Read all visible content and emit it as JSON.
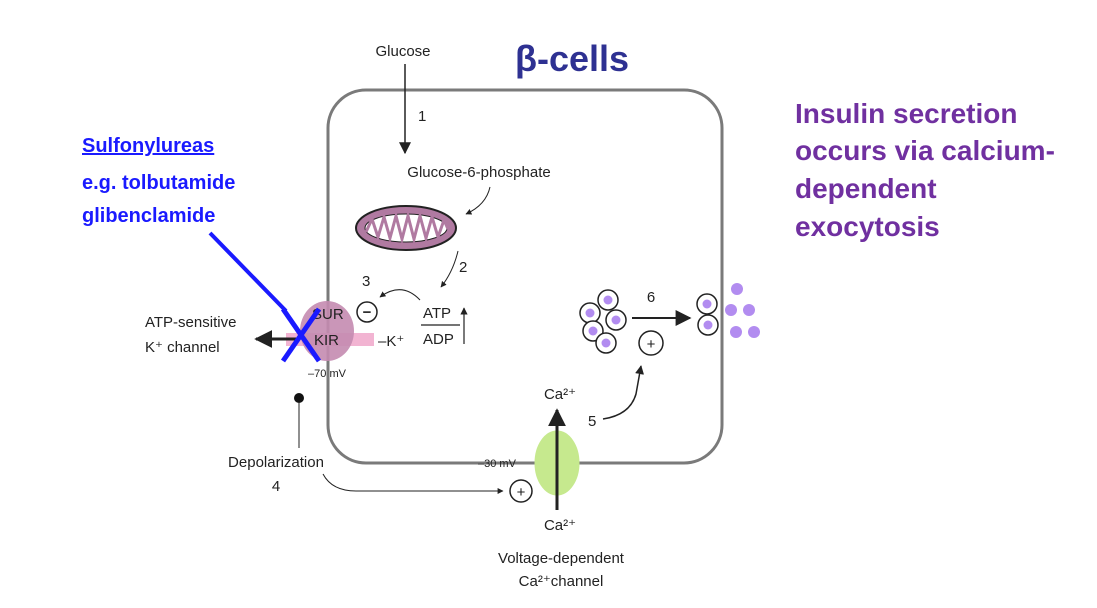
{
  "title": "β-cells",
  "drug": {
    "heading": "Sulfonylureas",
    "line1": "e.g. tolbutamide",
    "line2": "glibenclamide"
  },
  "side_note": [
    "Insulin secretion",
    "occurs via calcium-",
    "dependent",
    "exocytosis"
  ],
  "labels": {
    "glucose": "Glucose",
    "g6p": "Glucose-6-phosphate",
    "atp": "ATP",
    "adp": "ADP",
    "sur": "SUR",
    "kir": "KIR",
    "k_plus": "–K⁺",
    "katp_line1": "ATP-sensitive",
    "katp_line2": "K⁺ channel",
    "mv_70": "–70 mV",
    "mv_30": "–30 mV",
    "depolarization": "Depolarization",
    "ca_in": "Ca²⁺",
    "ca_out": "Ca²⁺",
    "vdcc_line1": "Voltage-dependent",
    "vdcc_line2": "Ca²⁺channel"
  },
  "steps": [
    "1",
    "2",
    "3",
    "4",
    "5",
    "6"
  ],
  "symbols": {
    "minus": "−",
    "plus": "+"
  },
  "colors": {
    "title": "#2e3192",
    "drug": "#1a1aff",
    "side_note": "#7030a0",
    "cell_border": "#7a7a7a",
    "mitochondrion": "#b07aa1",
    "channel_katp": "#c48bb0",
    "channel_vdcc": "#c6e98e",
    "granule": "#b28cf0",
    "inhibitor_cross": "#1a1aff"
  },
  "icons": {
    "mitochondrion": "mitochondrion-icon",
    "granules": "insulin-granule-icon",
    "inhibition": "cross-icon"
  }
}
